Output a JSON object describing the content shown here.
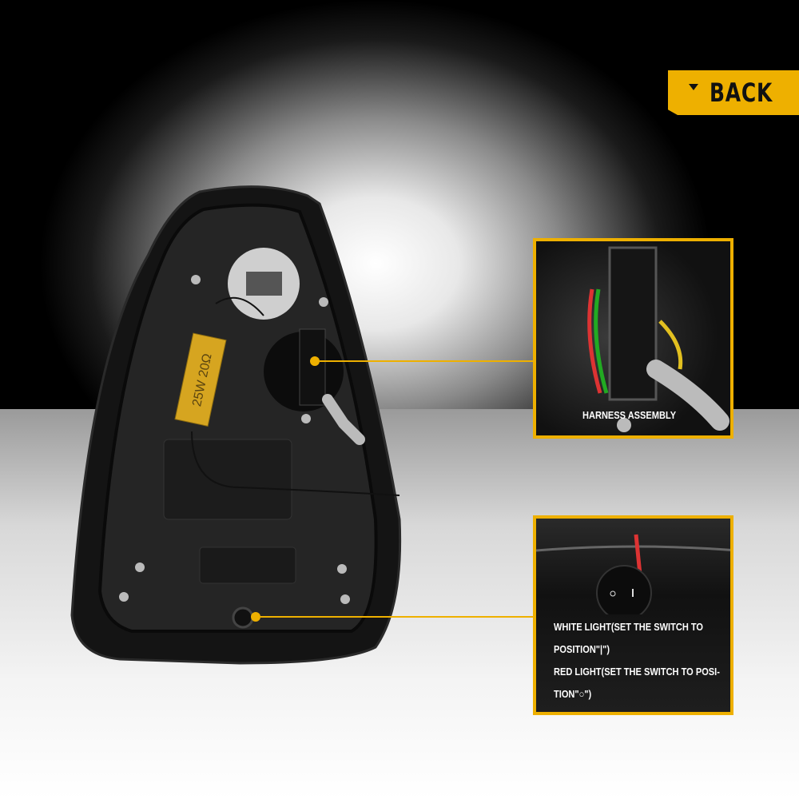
{
  "badge": {
    "label": "BACK",
    "icon": "triangle-down-icon"
  },
  "callouts": {
    "harness": {
      "label": "HARNESS ASSEMBLY"
    },
    "switch": {
      "lines": [
        "WHITE LIGHT(SET THE SWITCH TO",
        "POSITION\"|\")",
        "RED LIGHT(SET THE SWITCH TO POSI-",
        "TION\"○\")"
      ]
    }
  },
  "resistor": {
    "label": "25W 20Ω"
  },
  "colors": {
    "accent": "#eeb000"
  }
}
